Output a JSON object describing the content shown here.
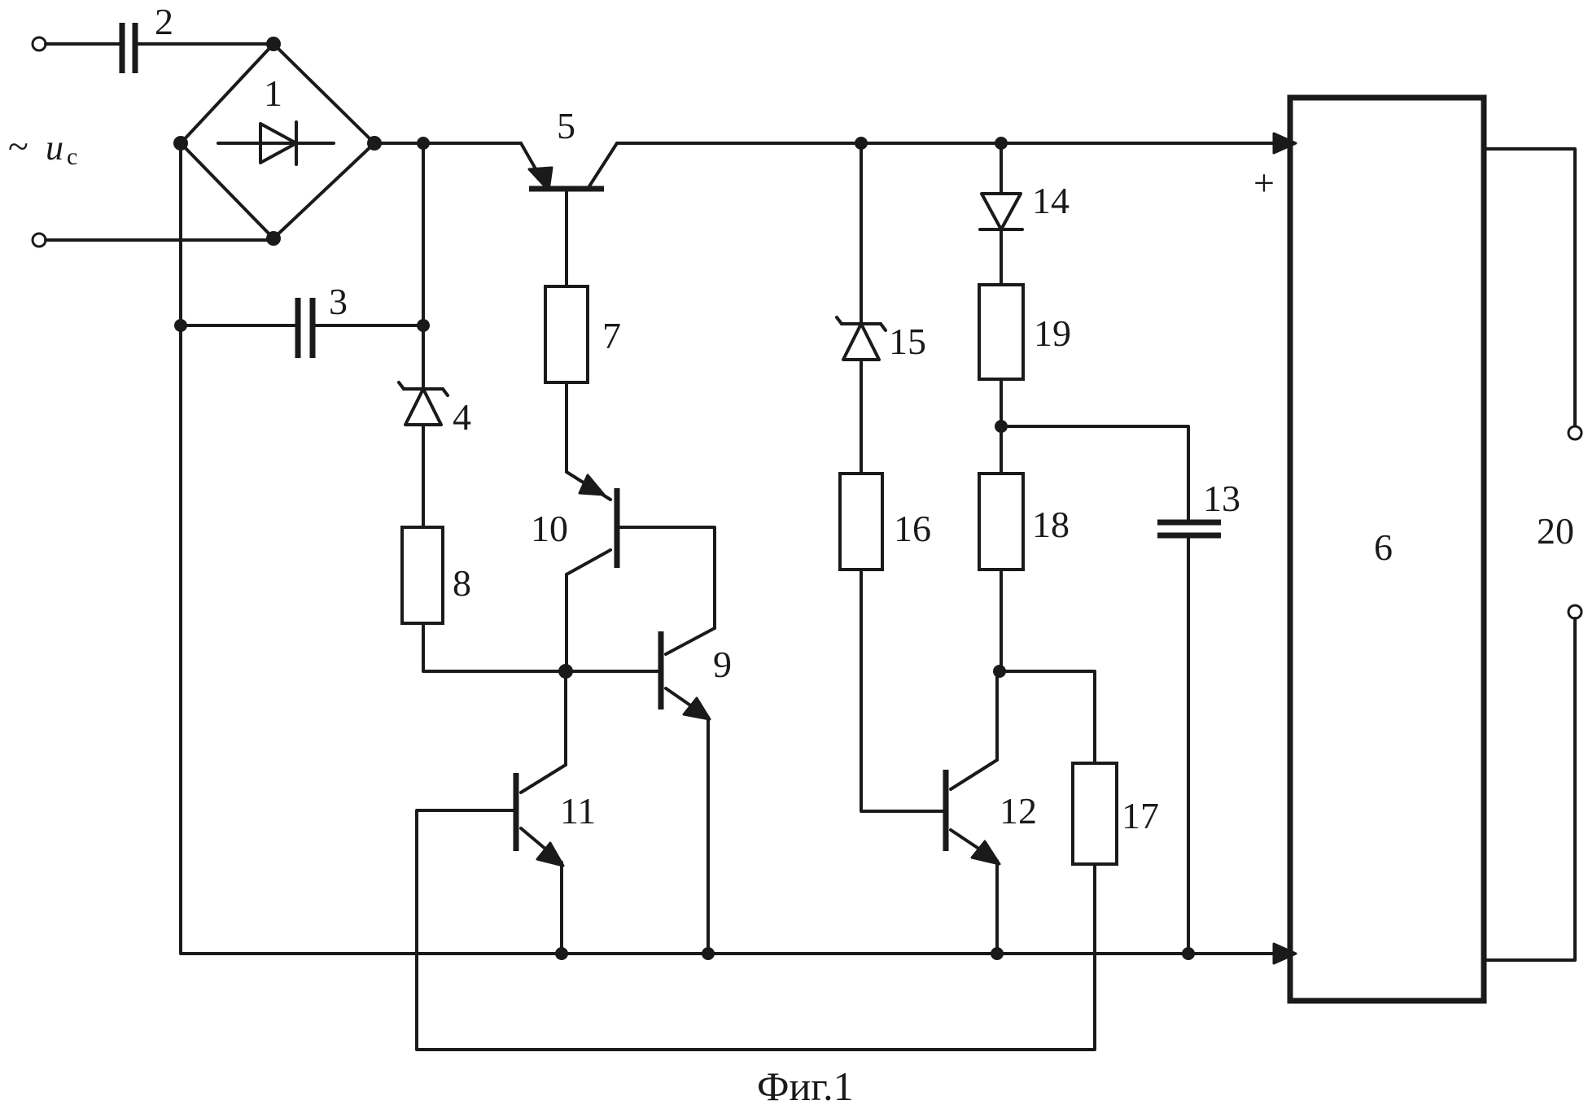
{
  "input": {
    "tilde": "~",
    "voltage_symbol": "u",
    "voltage_subscript": "c"
  },
  "output": {
    "plus_sign": "+",
    "terminal_label": "20"
  },
  "labels": {
    "bridge": "1",
    "cap2": "2",
    "cap3": "3",
    "zener4": "4",
    "transistor5": "5",
    "block6": "6",
    "res7": "7",
    "res8": "8",
    "transistor9": "9",
    "transistor10": "10",
    "transistor11": "11",
    "transistor12": "12",
    "cap13": "13",
    "diode14": "14",
    "zener15": "15",
    "res16": "16",
    "res17": "17",
    "res18": "18",
    "res19": "19"
  },
  "caption": "Фиг.1"
}
